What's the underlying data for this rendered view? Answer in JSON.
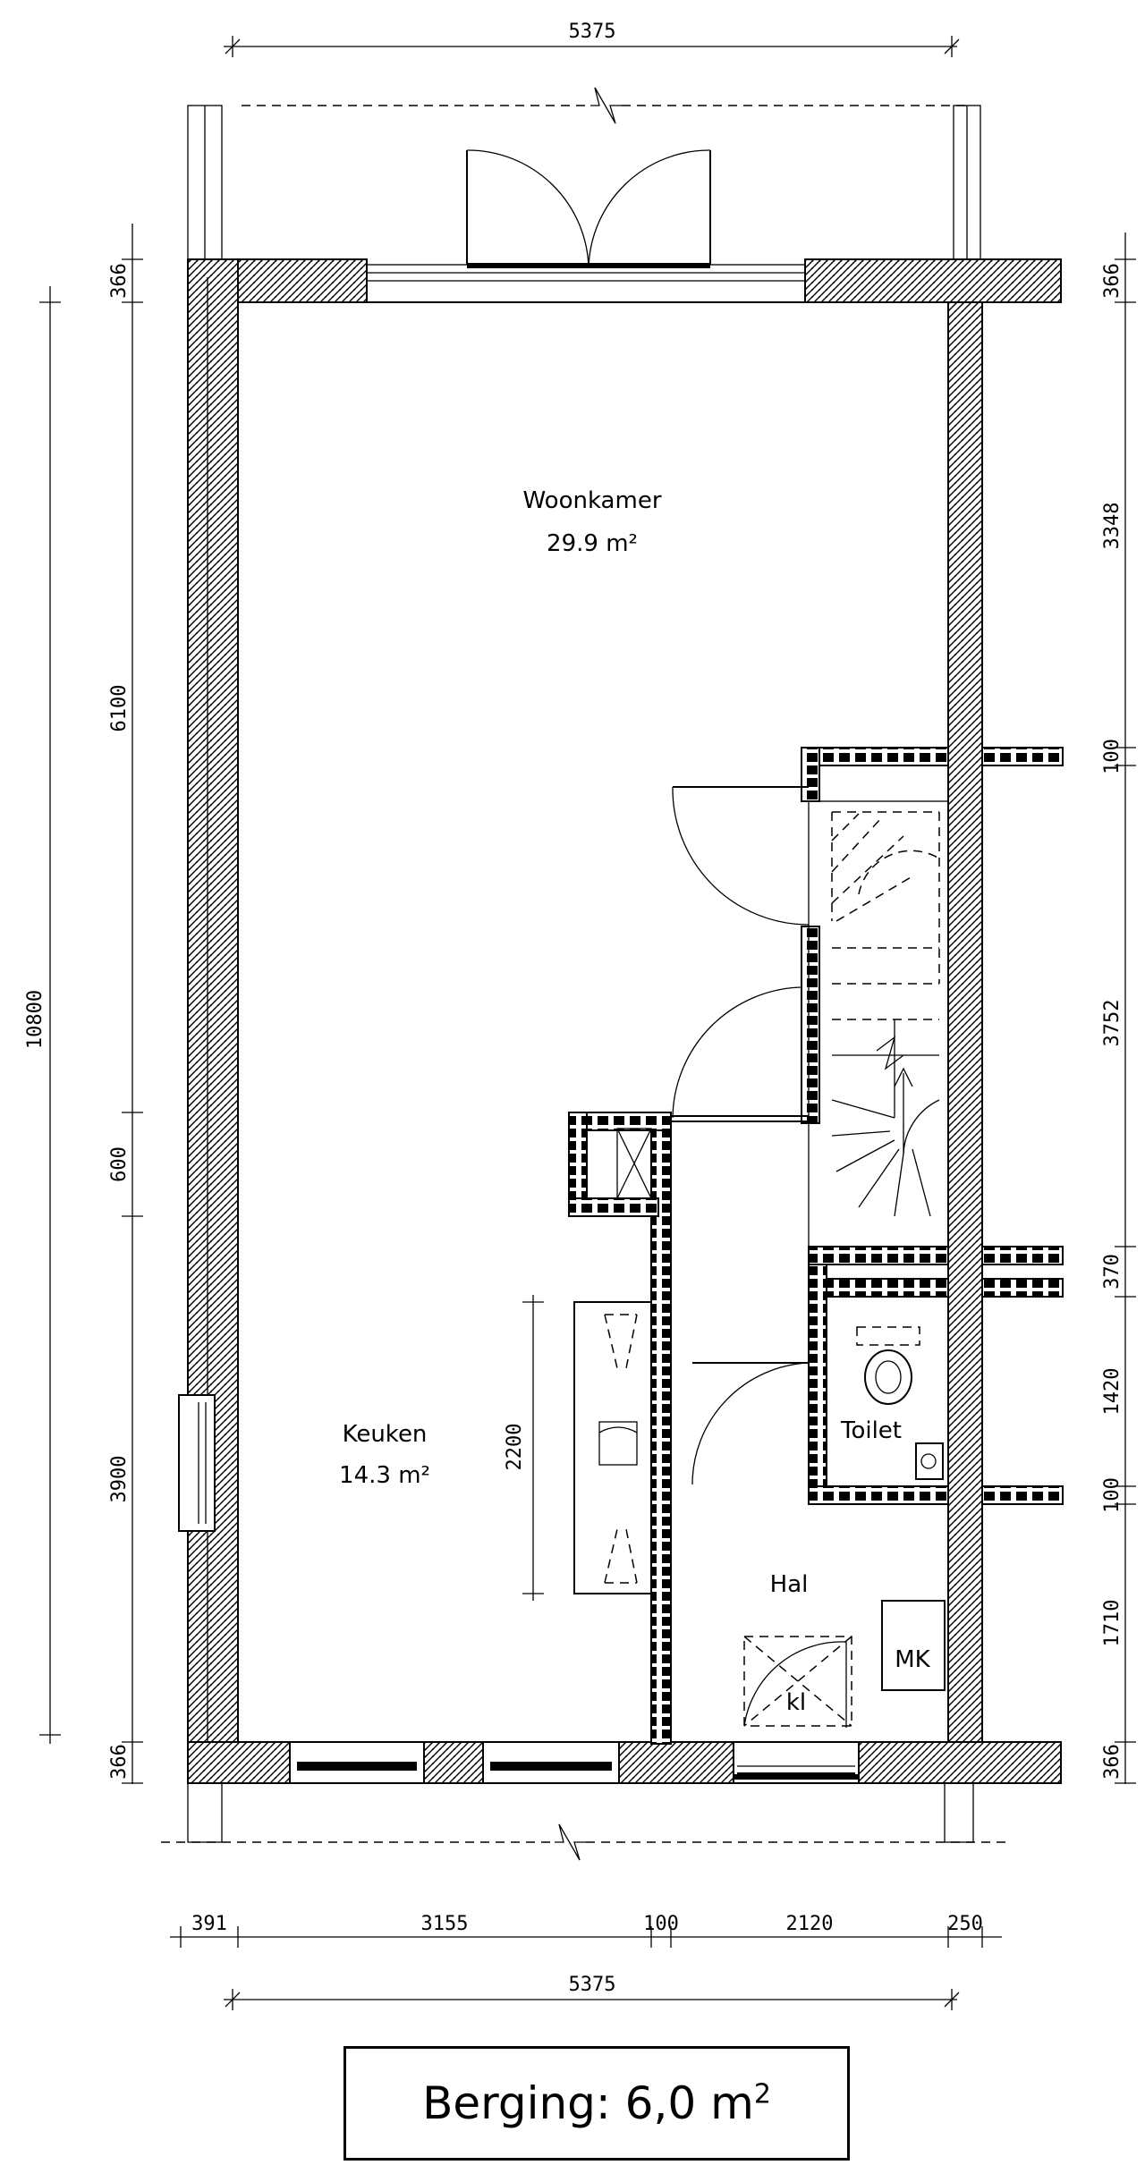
{
  "rooms": {
    "woonkamer": {
      "name": "Woonkamer",
      "area": "29.9 m²"
    },
    "keuken": {
      "name": "Keuken",
      "area": "14.3 m²"
    },
    "toilet": {
      "name": "Toilet"
    },
    "hal": {
      "name": "Hal"
    },
    "meterkast": {
      "name": "MK"
    },
    "kast": {
      "name": "kl"
    }
  },
  "dimensions": {
    "top_width": "5375",
    "bottom_width": "5375",
    "total_depth": "10800",
    "left_segments": [
      "6100",
      "600",
      "3900"
    ],
    "right_segments": [
      "366",
      "3348",
      "100",
      "3752",
      "370",
      "1420",
      "100",
      "1710",
      "366"
    ],
    "left_wall_top": "366",
    "left_wall_bottom": "366",
    "bottom_segments": [
      "391",
      "3155",
      "100",
      "2120",
      "250"
    ],
    "kitchen_counter": "2200"
  },
  "storage": {
    "label": "Berging:",
    "value": "6,0",
    "unit": "m",
    "exponent": "2"
  }
}
